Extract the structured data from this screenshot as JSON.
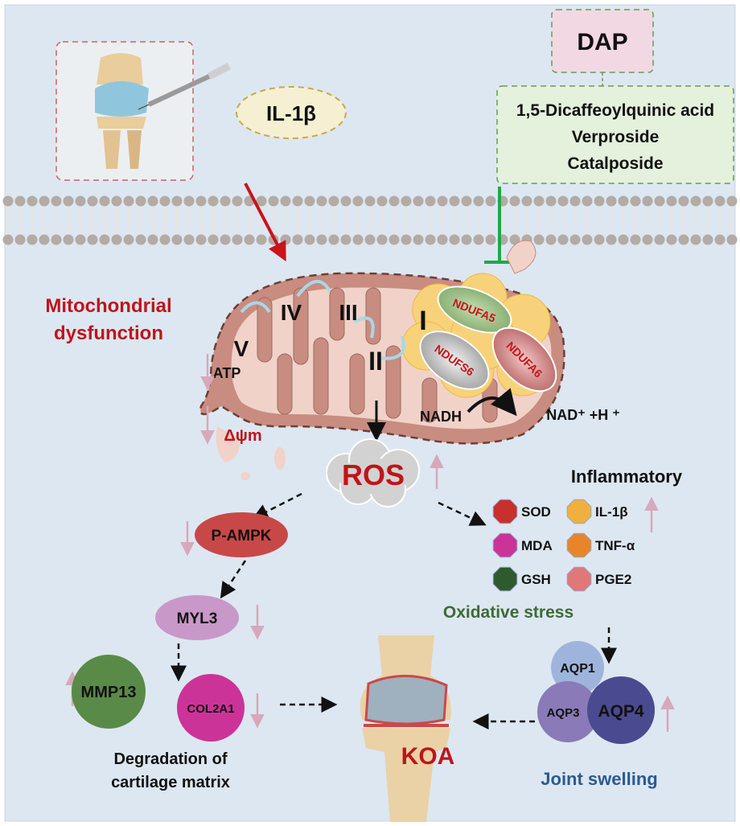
{
  "top": {
    "stimulus_label": "IL-1β",
    "drug_label": "DAP",
    "compounds": [
      "1,5-Dicaffeoylquinic acid",
      "Verproside",
      "Catalposide"
    ]
  },
  "mitochondria": {
    "title_line1": "Mitochondrial",
    "title_line2": "dysfunction",
    "complexes": {
      "v": "V",
      "iv": "IV",
      "iii": "III",
      "ii": "II",
      "i": "I"
    },
    "atp": "ATP",
    "membrane_potential": "Δψm",
    "subunits": {
      "ndufa5": "NDUFA5",
      "ndufs6": "NDUFS6",
      "ndufa6": "NDUFA6"
    },
    "nadh": "NADH",
    "nad": "NAD⁺ +H ⁺"
  },
  "ros": "ROS",
  "left_pathway": {
    "p_ampk": "P-AMPK",
    "myl3": "MYL3",
    "mmp13": "MMP13",
    "col2a1": "COL2A1",
    "caption_line1": "Degradation of",
    "caption_line2": "cartilage matrix"
  },
  "right_pathway": {
    "inflammatory_title": "Inflammatory",
    "oxidative_markers": [
      {
        "label": "SOD",
        "color": "#c8302c"
      },
      {
        "label": "MDA",
        "color": "#cc3399"
      },
      {
        "label": "GSH",
        "color": "#2f5a2f"
      }
    ],
    "inflammatory_markers": [
      {
        "label": "IL-1β",
        "color": "#f0b040"
      },
      {
        "label": "TNF-α",
        "color": "#e8852a"
      },
      {
        "label": "PGE2",
        "color": "#e07878"
      }
    ],
    "oxidative_title": "Oxidative stress",
    "aqp1": "AQP1",
    "aqp3": "AQP3",
    "aqp4": "AQP4",
    "swelling_caption": "Joint swelling"
  },
  "outcome": "KOA",
  "colors": {
    "background": "#dde7f1",
    "red_text": "#c0141a",
    "arrow_pink": "#d7a8bb",
    "inhibit_green": "#1fa84a",
    "oxidative_green": "#3d6b35",
    "swelling_blue": "#2a5a90"
  }
}
